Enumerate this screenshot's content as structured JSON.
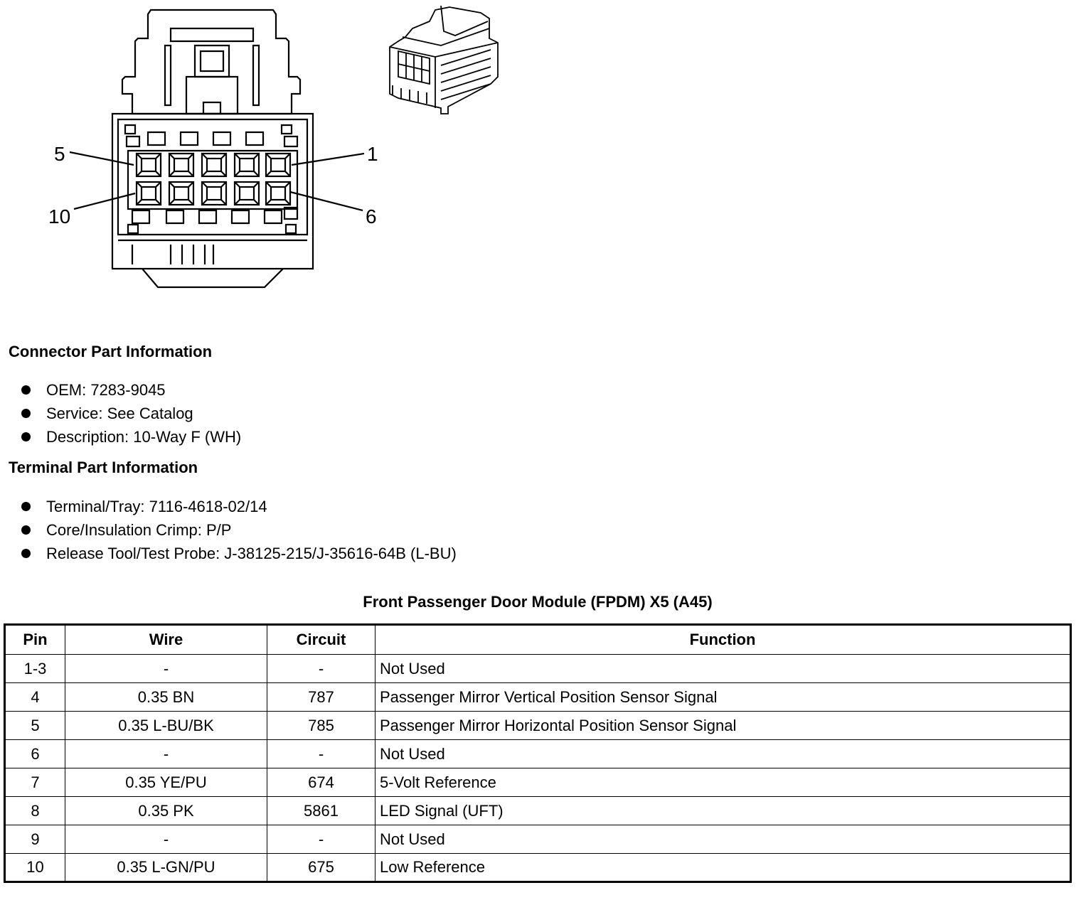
{
  "connector_diagram": {
    "pin_callouts": {
      "top_left": "5",
      "top_right": "1",
      "bottom_left": "10",
      "bottom_right": "6"
    }
  },
  "connector_part_information": {
    "heading": "Connector Part Information",
    "items": [
      "OEM: 7283-9045",
      "Service: See Catalog",
      "Description: 10-Way F (WH)"
    ]
  },
  "terminal_part_information": {
    "heading": "Terminal Part Information",
    "items": [
      "Terminal/Tray: 7116-4618-02/14",
      "Core/Insulation Crimp: P/P",
      "Release Tool/Test Probe: J-38125-215/J-35616-64B (L-BU)"
    ]
  },
  "pin_table": {
    "title": "Front Passenger Door Module (FPDM) X5 (A45)",
    "headers": {
      "pin": "Pin",
      "wire": "Wire",
      "circuit": "Circuit",
      "function": "Function"
    },
    "rows": [
      {
        "pin": "1-3",
        "wire": "-",
        "circuit": "-",
        "function": "Not Used"
      },
      {
        "pin": "4",
        "wire": "0.35 BN",
        "circuit": "787",
        "function": "Passenger Mirror Vertical Position Sensor Signal"
      },
      {
        "pin": "5",
        "wire": "0.35 L-BU/BK",
        "circuit": "785",
        "function": "Passenger Mirror Horizontal Position Sensor Signal"
      },
      {
        "pin": "6",
        "wire": "-",
        "circuit": "-",
        "function": "Not Used"
      },
      {
        "pin": "7",
        "wire": "0.35 YE/PU",
        "circuit": "674",
        "function": "5-Volt Reference"
      },
      {
        "pin": "8",
        "wire": "0.35 PK",
        "circuit": "5861",
        "function": "LED Signal (UFT)"
      },
      {
        "pin": "9",
        "wire": "-",
        "circuit": "-",
        "function": "Not Used"
      },
      {
        "pin": "10",
        "wire": "0.35 L-GN/PU",
        "circuit": "675",
        "function": "Low Reference"
      }
    ]
  }
}
